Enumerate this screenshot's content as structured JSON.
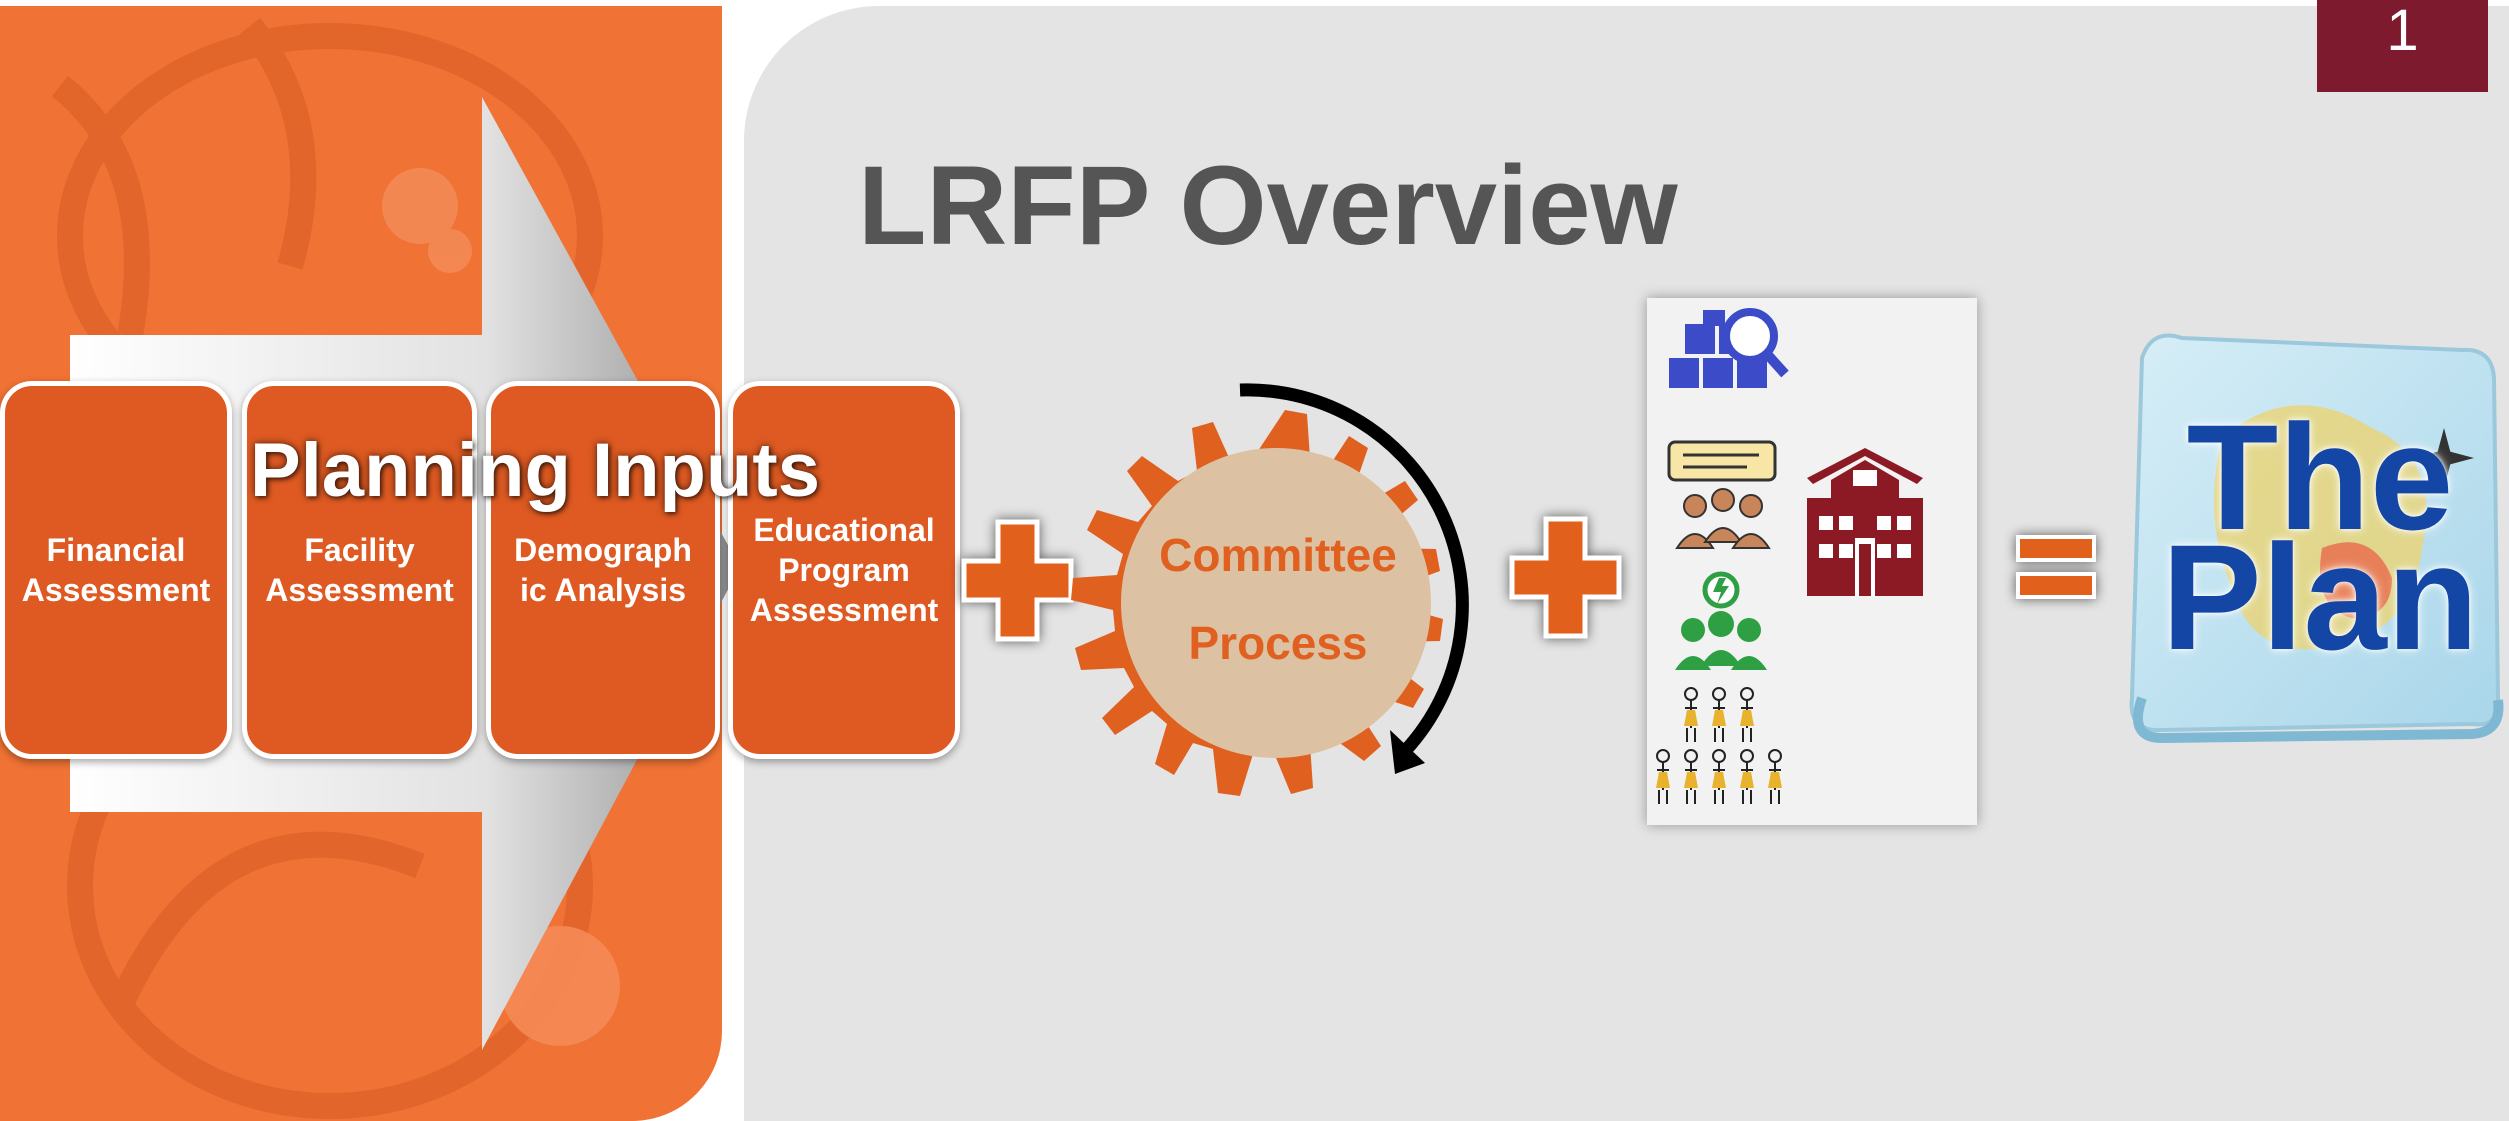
{
  "slide": {
    "page_number": "1",
    "title": "LRFP Overview"
  },
  "planning_inputs": {
    "label": "Planning Inputs",
    "boxes": [
      {
        "label": "Financial\nAssessment"
      },
      {
        "label": "Facility\nAssessment"
      },
      {
        "label": "Demograph\nic  Analysis"
      },
      {
        "label": "Educational\nProgram\nAssessment"
      }
    ]
  },
  "committee": {
    "line1": "Committee",
    "line2": "Process"
  },
  "result": {
    "line1": "The",
    "line2": "Plan"
  },
  "colors": {
    "accent_orange": "#f07234",
    "box_orange": "#de5a22",
    "badge_maroon": "#7d1a2e",
    "title_gray": "#555555",
    "plan_blue": "#1446a6"
  }
}
